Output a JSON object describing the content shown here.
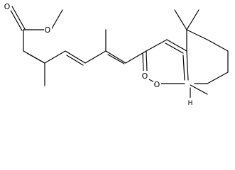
{
  "structure": {
    "atoms": {
      "carbonyl_oxygen": "O",
      "ester_oxygen": "O",
      "peroxide_oxygen_1": "O",
      "peroxide_oxygen_2": "O",
      "bridgehead_hydrogen": "H"
    }
  }
}
